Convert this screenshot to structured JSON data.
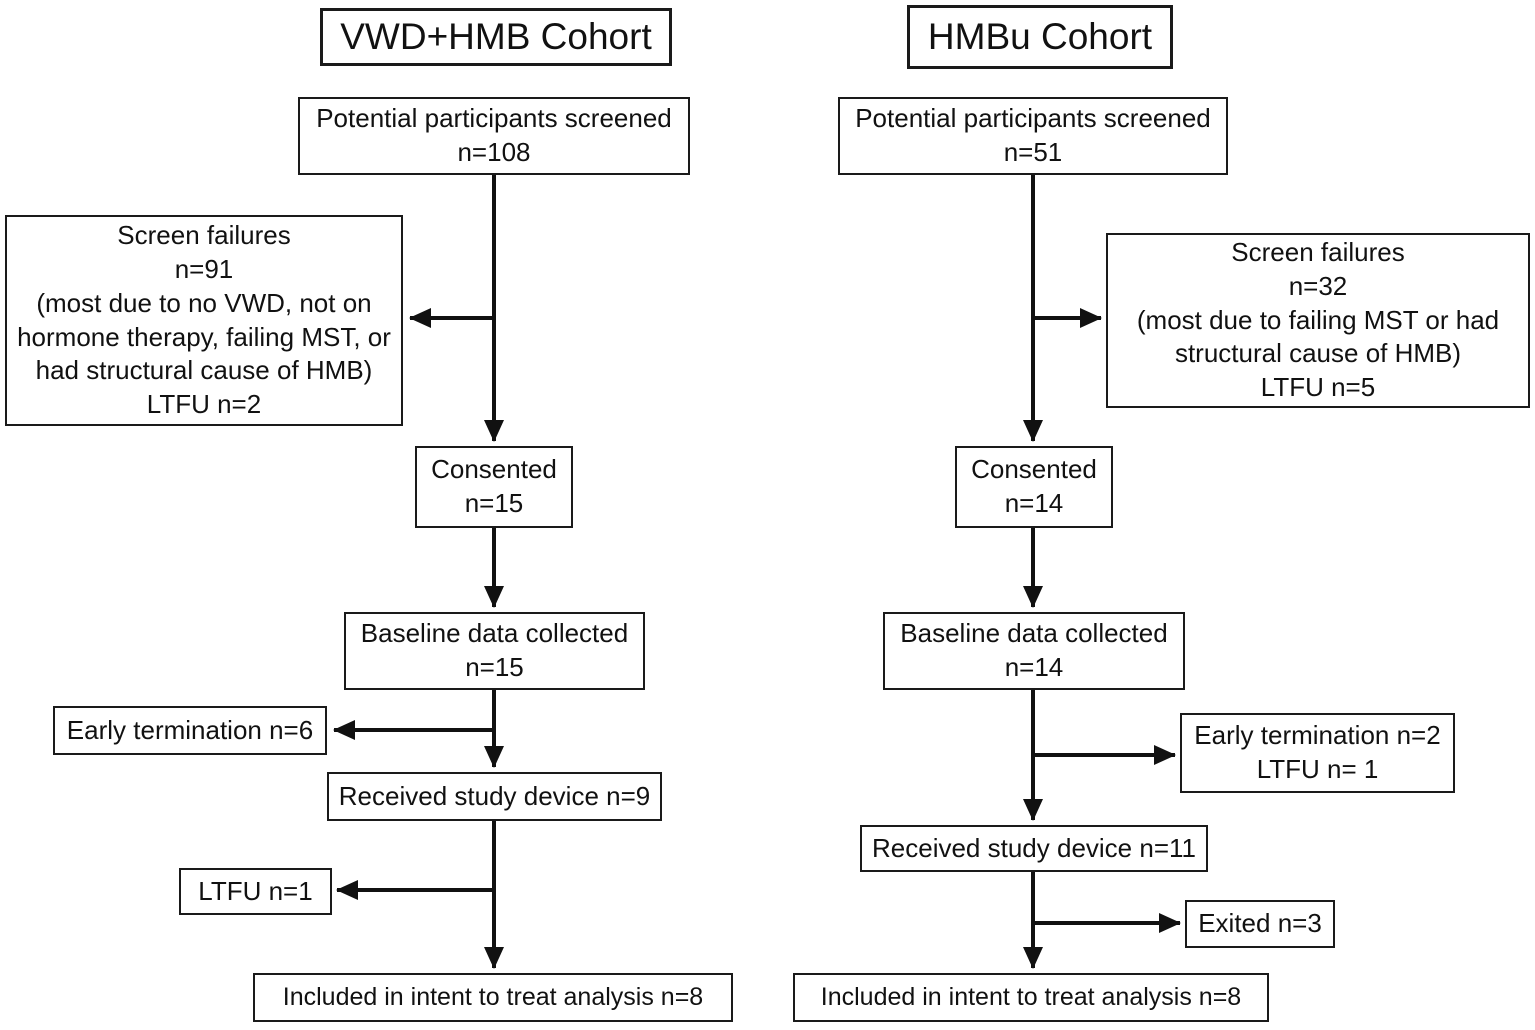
{
  "diagram": {
    "left_column": {
      "title": "VWD+HMB Cohort",
      "screened": "Potential participants screened\nn=108",
      "screen_failures": "Screen failures\nn=91\n(most due to no VWD, not on\nhormone therapy, failing MST, or\nhad structural cause of HMB)\nLTFU n=2",
      "consented": "Consented\nn=15",
      "baseline": "Baseline data collected\nn=15",
      "early_termination": "Early termination n=6",
      "received_device": "Received study device n=9",
      "ltfu": "LTFU n=1",
      "included": "Included in intent to treat analysis n=8"
    },
    "right_column": {
      "title": "HMBu Cohort",
      "screened": "Potential participants screened\nn=51",
      "screen_failures": "Screen failures\nn=32\n(most due to failing MST or had\nstructural cause of HMB)\nLTFU n=5",
      "consented": "Consented\nn=14",
      "baseline": "Baseline data collected\nn=14",
      "early_termination": "Early termination n=2\nLTFU n= 1",
      "received_device": "Received study device n=11",
      "exited": "Exited n=3",
      "included": "Included in intent to treat analysis n=8"
    },
    "colors": {
      "line": "#111111",
      "border": "#1a1a1a",
      "text": "#111111",
      "background": "#ffffff"
    }
  }
}
